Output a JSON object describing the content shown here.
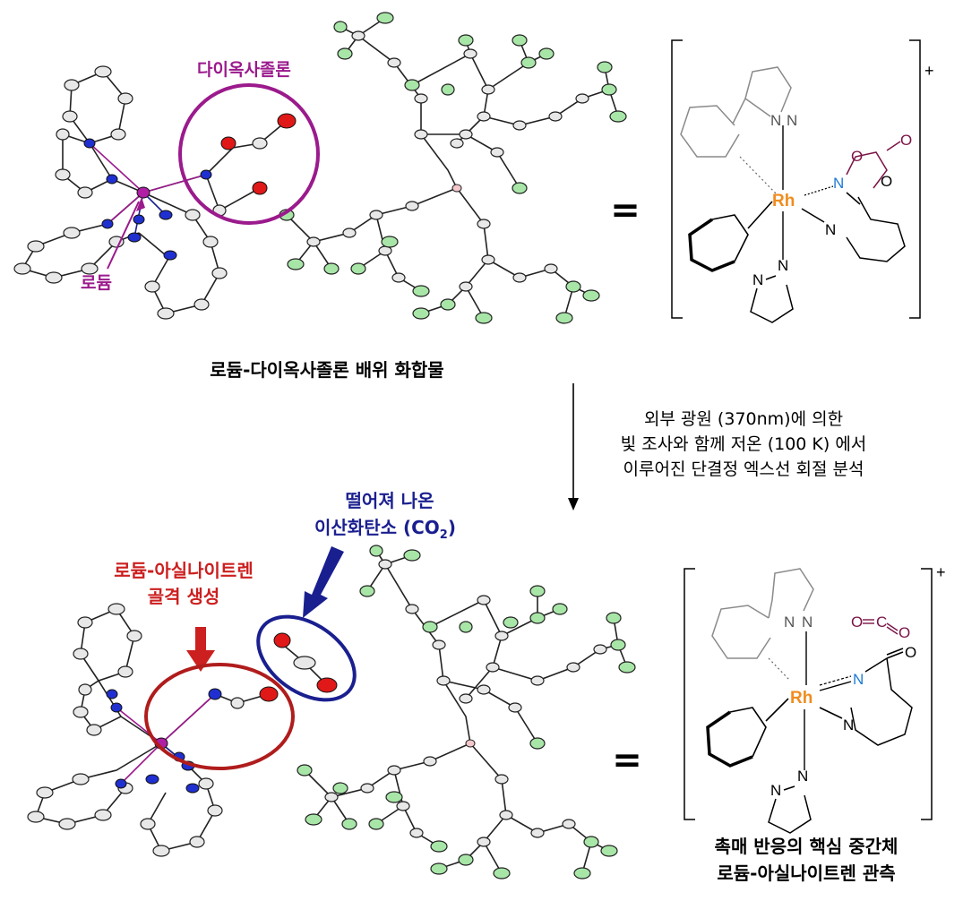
{
  "colors": {
    "purple": "#9b1a8c",
    "navy": "#1a1f8f",
    "red": "#cc1f1f",
    "darkred": "#b01c1c",
    "orange": "#f08c1e",
    "blue": "#1e7bd6",
    "maroon": "#7a1346",
    "green_atom": "#a8e6a8",
    "pink_atom": "#f3c7cc"
  },
  "top": {
    "label_dioxazolone": "다이옥사졸론",
    "label_rhodium": "로듐",
    "caption": "로듐-다이옥사졸론 배위 화합물",
    "equals": "=",
    "charge": "+"
  },
  "arrow_note": {
    "lines": [
      "외부 광원 (370nm)에 의한",
      "빛 조사와 함께 저온 (100 K) 에서",
      "이루어진 단결정 엑스선 회절 분석"
    ]
  },
  "bottom": {
    "co2_line1": "떨어져 나온",
    "co2_line2_main": "이산화탄소 (CO",
    "co2_sub": "2",
    "co2_close": ")",
    "acyl_line1": "로듐-아실나이트렌",
    "acyl_line2": "골격 생성",
    "equals": "=",
    "charge": "+",
    "caption_line1": "촉매 반응의 핵심 중간체",
    "caption_line2": "로듐-아실나이트렌 관측"
  },
  "structure_labels": {
    "rh": "Rh",
    "n": "N",
    "o": "O",
    "c": "C",
    "dash": "-"
  }
}
